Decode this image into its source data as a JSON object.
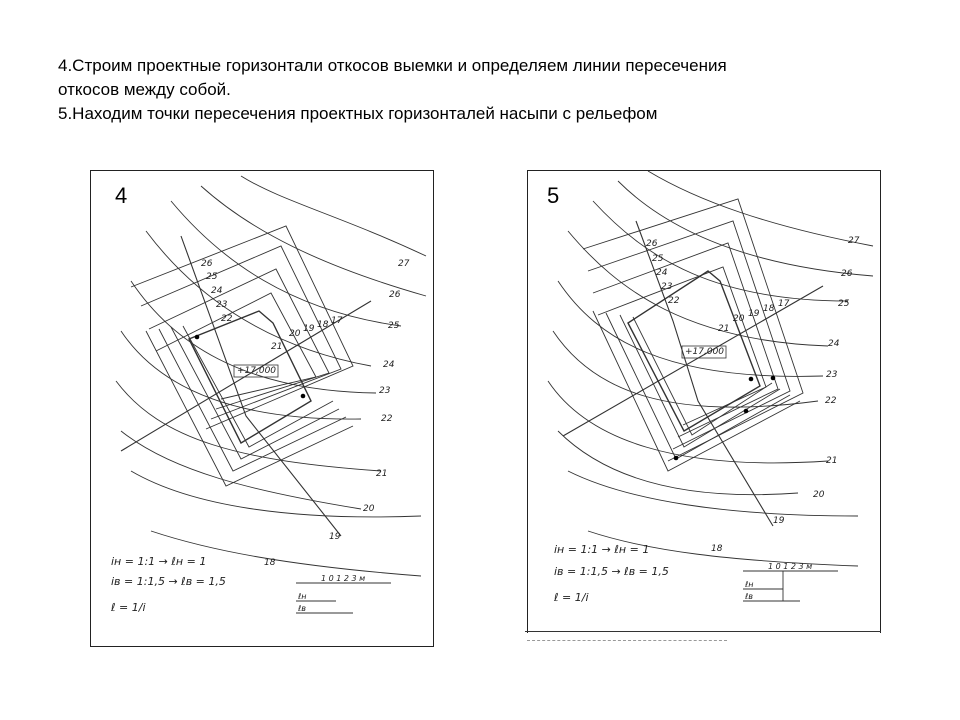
{
  "slide": {
    "line1": "4.Строим проектные горизонтали откосов выемки и определяем линии  пересечения",
    "line2": "откосов между собой.",
    "line3": "5.Находим точки пересечения проектных горизонталей насыпи с рельефом"
  },
  "panels": [
    {
      "number": "4",
      "contour_labels": [
        "27",
        "26",
        "25",
        "24",
        "23",
        "22",
        "21",
        "20",
        "19",
        "18"
      ],
      "elevation_label": "+17,000",
      "axis_labels": [
        "26",
        "25",
        "24",
        "23",
        "22",
        "21",
        "20",
        "19",
        "18",
        "17"
      ],
      "formulas": [
        "iн = 1:1 → ℓн = 1",
        "iв = 1:1,5 → ℓв = 1,5",
        "ℓ = 1/i"
      ],
      "scale": {
        "ticks": "1 0 1 2 3 м",
        "ln": "ℓн",
        "lv": "ℓв"
      }
    },
    {
      "number": "5",
      "contour_labels": [
        "27",
        "26",
        "25",
        "24",
        "23",
        "22",
        "21",
        "20",
        "19",
        "18"
      ],
      "elevation_label": "+17,000",
      "axis_labels": [
        "26",
        "25",
        "24",
        "23",
        "22",
        "21",
        "20",
        "19",
        "18",
        "17"
      ],
      "formulas": [
        "iн = 1:1 → ℓн = 1",
        "iв = 1:1,5 → ℓв = 1,5",
        "ℓ = 1/i"
      ],
      "scale": {
        "ticks": "1 0 1 2 3 м",
        "ln": "ℓн",
        "lv": "ℓв"
      }
    }
  ]
}
